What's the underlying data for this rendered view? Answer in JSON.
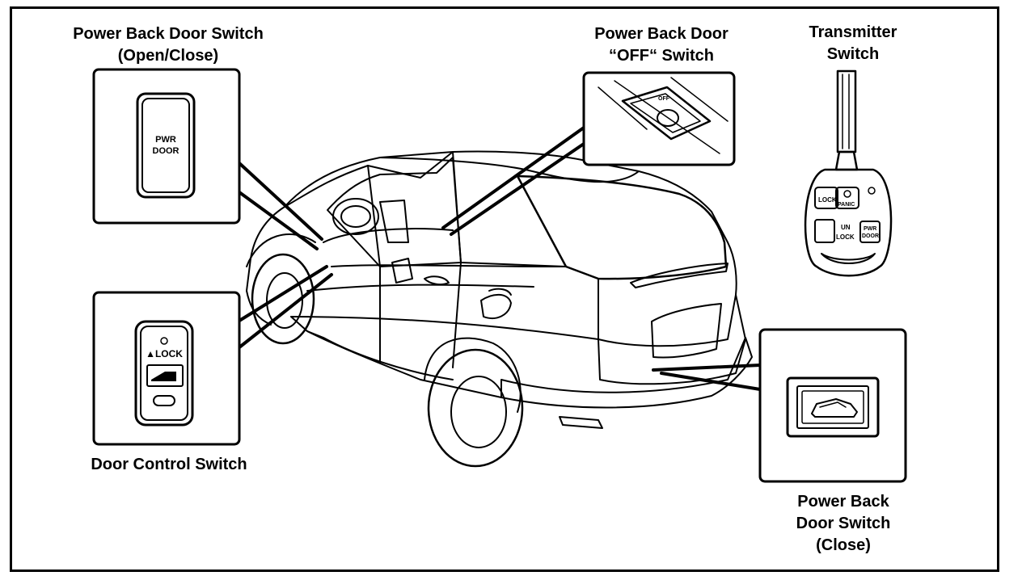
{
  "labels": {
    "pbd_open_close": [
      "Power Back Door Switch",
      "(Open/Close)"
    ],
    "pbd_off": [
      "Power Back Door",
      "“OFF“ Switch"
    ],
    "transmitter": [
      "Transmitter",
      "Switch"
    ],
    "door_control": [
      "Door Control Switch"
    ],
    "pbd_close": [
      "Power Back",
      "Door Switch",
      "(Close)"
    ]
  },
  "switch_markings": {
    "pwr_door": [
      "PWR",
      "DOOR"
    ],
    "lock": "▲LOCK",
    "key_lock": "LOCK",
    "key_panic": "PANIC",
    "key_unlock": [
      "UN",
      "LOCK"
    ],
    "key_pwr_door": [
      "PWR",
      "DOOR"
    ],
    "off": "OFF"
  },
  "colors": {
    "line": "#000000",
    "background": "#ffffff"
  }
}
